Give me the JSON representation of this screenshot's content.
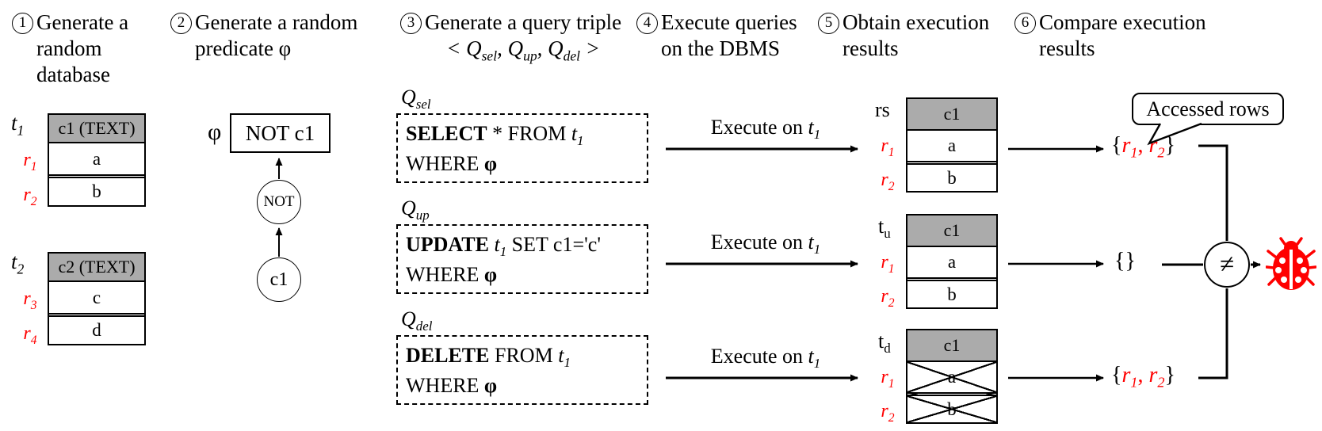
{
  "colors": {
    "red": "#ff0000",
    "table_header_gray": "#ababab",
    "line_black": "#000000"
  },
  "steps": [
    {
      "num": "1",
      "lines": [
        "Generate a",
        "random",
        "database"
      ]
    },
    {
      "num": "2",
      "lines": [
        "Generate a random",
        "predicate φ"
      ]
    },
    {
      "num": "3",
      "lines": [
        "Generate a query triple"
      ],
      "triple": {
        "open": "< ",
        "q1": "Q",
        "s1": "sel",
        "c1": ", ",
        "q2": "Q",
        "s2": "up",
        "c2": ", ",
        "q3": "Q",
        "s3": "del",
        "close": " >"
      }
    },
    {
      "num": "4",
      "lines": [
        "Execute queries",
        "on the DBMS"
      ]
    },
    {
      "num": "5",
      "lines": [
        "Obtain execution",
        "results"
      ]
    },
    {
      "num": "6",
      "lines": [
        "Compare execution",
        "results"
      ]
    }
  ],
  "database": {
    "tables": [
      {
        "name": "t",
        "name_sub": "1",
        "header": "c1 (TEXT)",
        "rows": [
          {
            "r": "r",
            "r_sub": "1",
            "value": "a"
          },
          {
            "r": "r",
            "r_sub": "2",
            "value": "b"
          }
        ]
      },
      {
        "name": "t",
        "name_sub": "2",
        "header": "c2 (TEXT)",
        "rows": [
          {
            "r": "r",
            "r_sub": "3",
            "value": "c"
          },
          {
            "r": "r",
            "r_sub": "4",
            "value": "d"
          }
        ]
      }
    ]
  },
  "predicate": {
    "phi": "φ",
    "box": "NOT c1",
    "op": "NOT",
    "leaf": "c1"
  },
  "queries": [
    {
      "label": "Q",
      "label_sub": "sel",
      "keyword": "SELECT",
      "rest": " * FROM ",
      "table": "t",
      "table_sub": "1",
      "post": "",
      "where": "WHERE ",
      "phi": "φ"
    },
    {
      "label": "Q",
      "label_sub": "up",
      "keyword": "UPDATE",
      "rest": " ",
      "table": "t",
      "table_sub": "1",
      "post": " SET c1='c'",
      "where": "WHERE ",
      "phi": "φ"
    },
    {
      "label": "Q",
      "label_sub": "del",
      "keyword": "DELETE",
      "rest": " FROM ",
      "table": "t",
      "table_sub": "1",
      "post": "",
      "where": "WHERE ",
      "phi": "φ"
    }
  ],
  "execute": {
    "text": "Execute on ",
    "table": "t",
    "table_sub": "1"
  },
  "results": {
    "tables": [
      {
        "name": "rs",
        "name_sub": "",
        "header": "c1",
        "rows": [
          {
            "r": "r",
            "r_sub": "1",
            "value": "a"
          },
          {
            "r": "r",
            "r_sub": "2",
            "value": "b"
          }
        ]
      },
      {
        "name": "t",
        "name_sub": "u",
        "header": "c1",
        "rows": [
          {
            "r": "r",
            "r_sub": "1",
            "value": "a"
          },
          {
            "r": "r",
            "r_sub": "2",
            "value": "b"
          }
        ]
      },
      {
        "name": "t",
        "name_sub": "d",
        "header": "c1",
        "rows": [
          {
            "r": "r",
            "r_sub": "1",
            "value": "a"
          },
          {
            "r": "r",
            "r_sub": "2",
            "value": "b"
          }
        ]
      }
    ],
    "sets": [
      {
        "open": "{",
        "r1": "r",
        "r1_sub": "1",
        "sep": ", ",
        "r2": "r",
        "r2_sub": "2",
        "close": "}"
      },
      {
        "empty": "{}"
      },
      {
        "open": "{",
        "r1": "r",
        "r1_sub": "1",
        "sep": ", ",
        "r2": "r",
        "r2_sub": "2",
        "close": "}"
      }
    ],
    "bubble": "Accessed rows",
    "neq": "≠"
  },
  "icons": {
    "bug": "ladybug",
    "comparator": "not-equal"
  }
}
